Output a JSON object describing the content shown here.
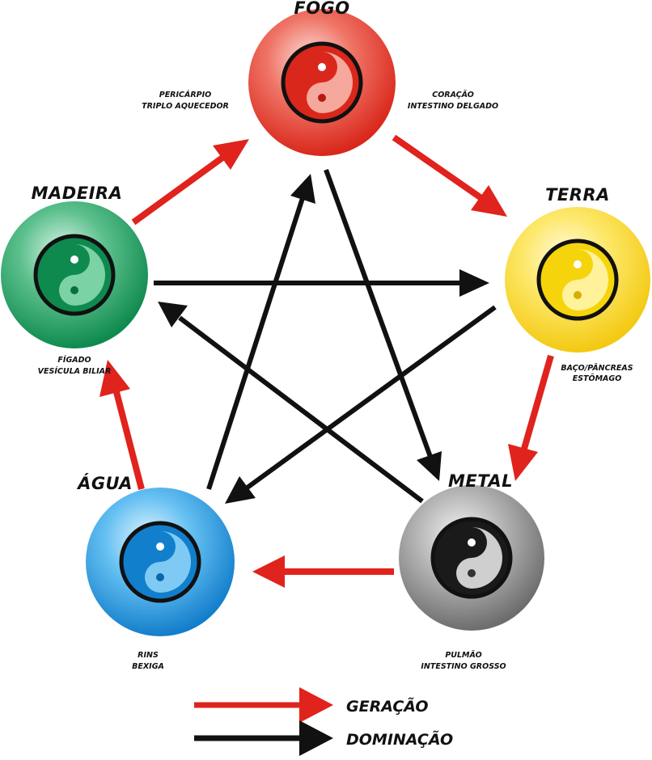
{
  "elements": {
    "fogo": {
      "title": "FOGO",
      "organs": [
        "PERICÁRPIO",
        "TRIPLO AQUECEDOR"
      ],
      "organs2": [
        "CORAÇÃO",
        "INTESTINO DELGADO"
      ],
      "color": "#e33b2e"
    },
    "terra": {
      "title": "TERRA",
      "organs": [
        "BAÇO/PÂNCREAS",
        "ESTÔMAGO"
      ],
      "color": "#f5d417"
    },
    "metal": {
      "title": "METAL",
      "organs": [
        "PULMÃO",
        "INTESTINO GROSSO"
      ],
      "color": "#7d7d7d"
    },
    "agua": {
      "title": "ÁGUA",
      "organs": [
        "RINS",
        "BEXIGA"
      ],
      "color": "#1c95e0"
    },
    "madeira": {
      "title": "MADEIRA",
      "organs": [
        "FÍGADO",
        "VESÍCULA BILIAR"
      ],
      "color": "#14955a"
    }
  },
  "legend": {
    "generation_label": "GERAÇÃO",
    "domination_label": "DOMINAÇÃO",
    "generation_color": "#e0231c",
    "domination_color": "#111111"
  }
}
